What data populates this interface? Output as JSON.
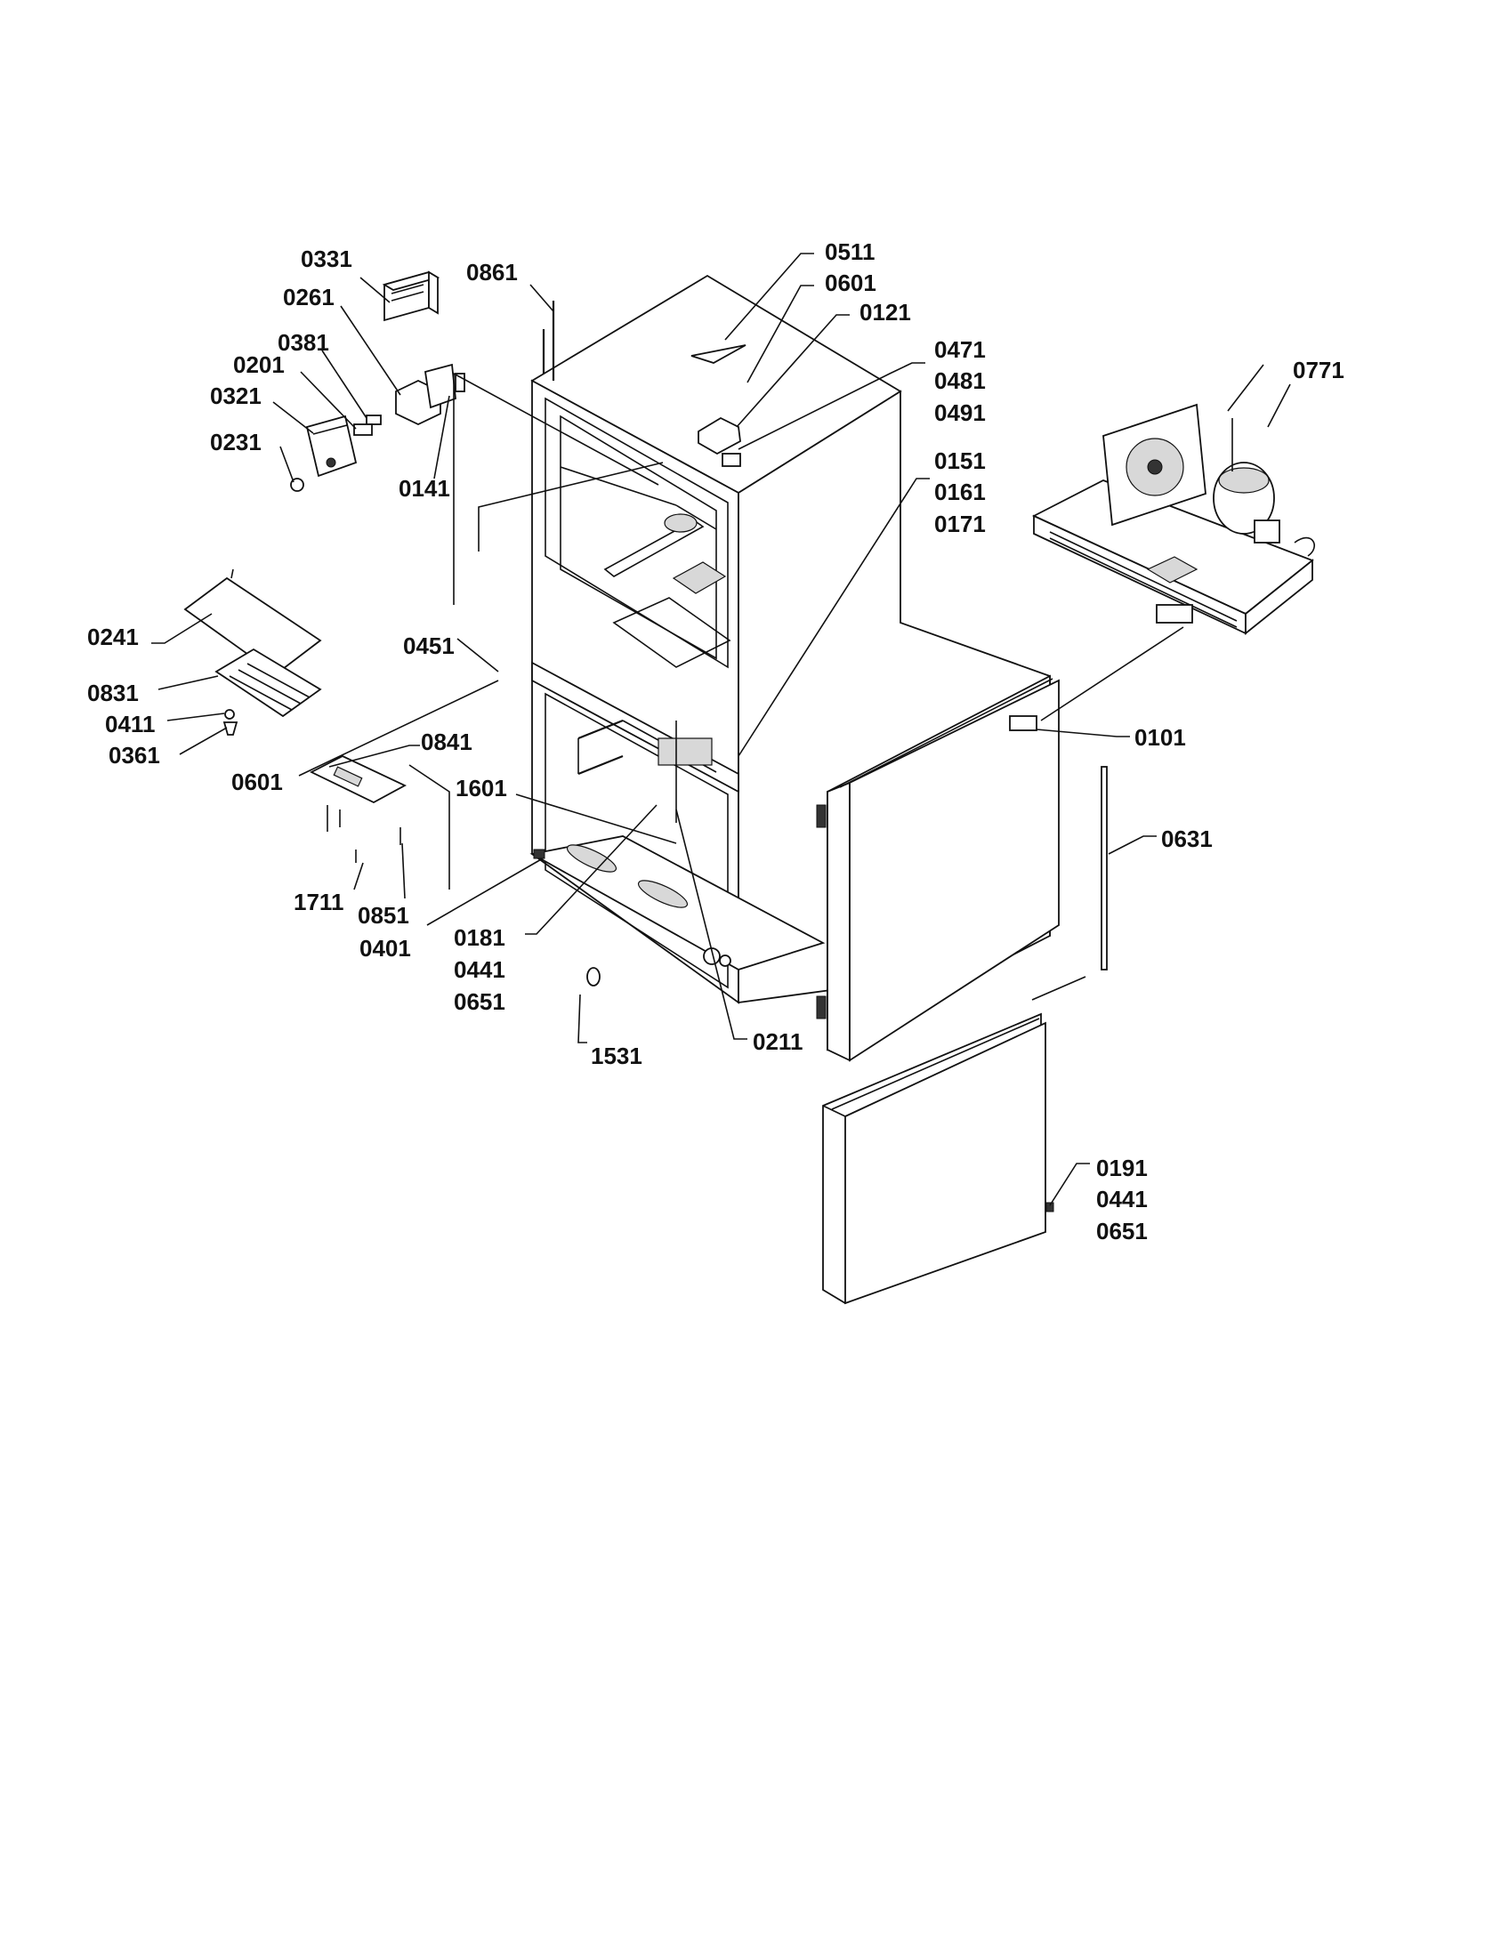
{
  "labels": {
    "l0331": "0331",
    "l0261": "0261",
    "l0381": "0381",
    "l0201": "0201",
    "l0321": "0321",
    "l0231": "0231",
    "l0141": "0141",
    "l0861": "0861",
    "l0511": "0511",
    "l0601a": "0601",
    "l0121": "0121",
    "l0471": "0471",
    "l0481": "0481",
    "l0491": "0491",
    "l0771": "0771",
    "l0151": "0151",
    "l0161": "0161",
    "l0171": "0171",
    "l0241": "0241",
    "l0451": "0451",
    "l0831": "0831",
    "l0411": "0411",
    "l0361": "0361",
    "l0841": "0841",
    "l0601b": "0601",
    "l1601": "1601",
    "l0101": "0101",
    "l0631": "0631",
    "l1711": "1711",
    "l0851": "0851",
    "l0401": "0401",
    "l0181": "0181",
    "l0441a": "0441",
    "l0651a": "0651",
    "l1531": "1531",
    "l0211": "0211",
    "l0191": "0191",
    "l0441b": "0441",
    "l0651b": "0651"
  }
}
